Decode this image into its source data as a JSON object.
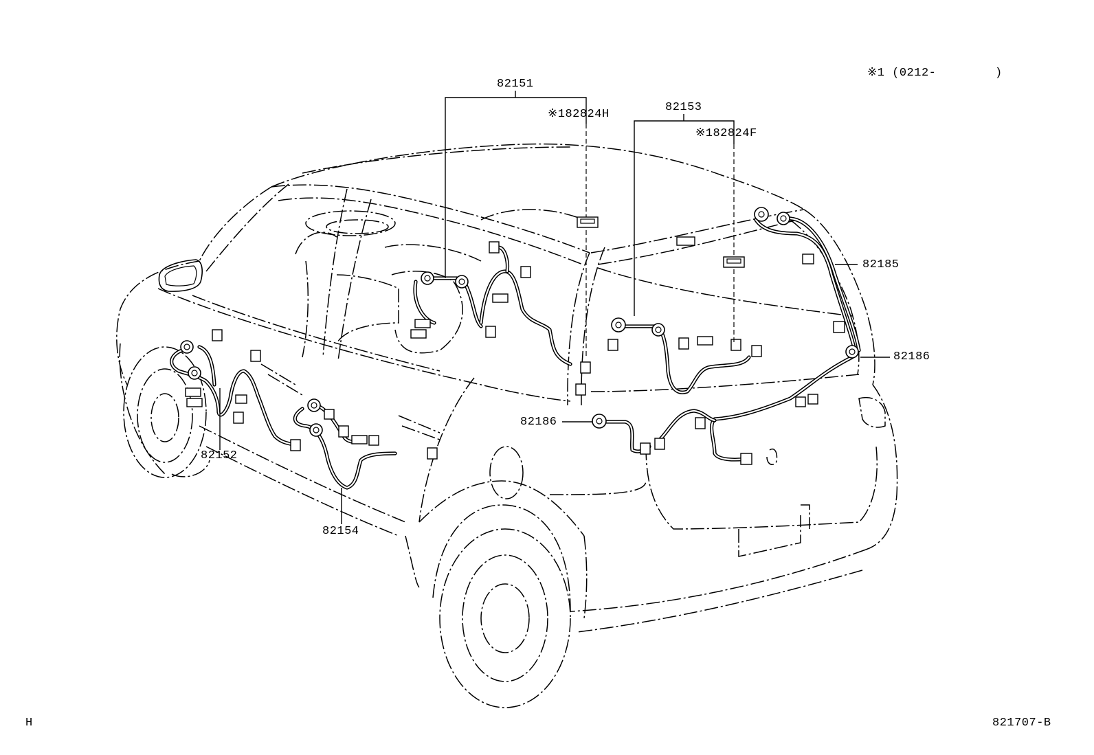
{
  "note": {
    "range": "※1 (0212-        )"
  },
  "parts": {
    "p82151": "82151",
    "p82153": "82153",
    "p82824H": "※182824H",
    "p82824F": "※182824F",
    "p82185": "82185",
    "p82186_right": "82186",
    "p82186_center": "82186",
    "p82152": "82152",
    "p82154": "82154"
  },
  "footer": {
    "left_code": "H",
    "figure_code": "821707-B"
  }
}
